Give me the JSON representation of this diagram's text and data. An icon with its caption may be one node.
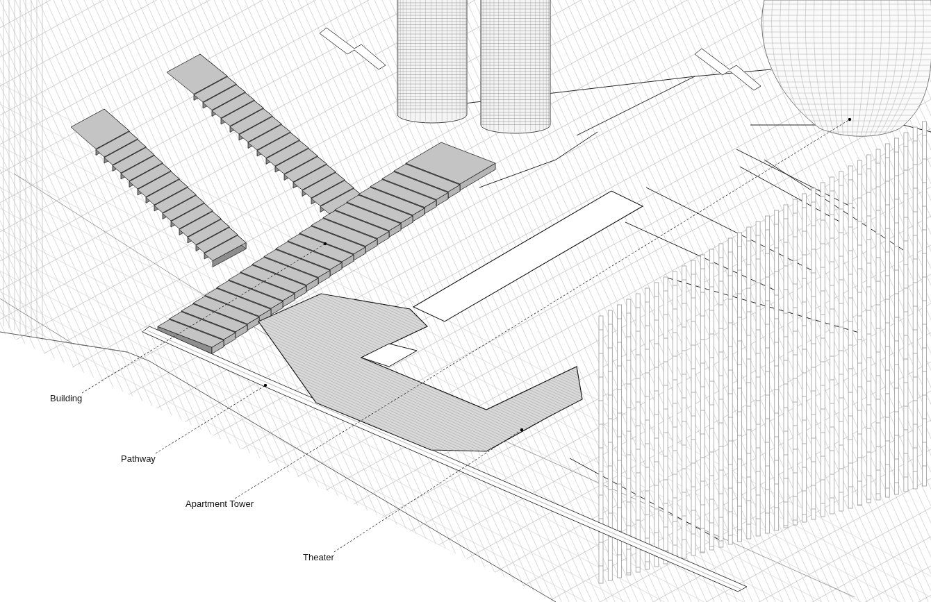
{
  "diagram": {
    "nodes": [
      {
        "text": [
          "Building"
        ]
      },
      {
        "text": [
          "Pathway"
        ]
      },
      {
        "text": [
          "Apartment Tower"
        ]
      },
      {
        "text": [
          "Theater"
        ]
      },
      {
        "text": [],
        "shape": "picture"
      },
      {
        "text": [],
        "shape": "picture"
      },
      {
        "text": [],
        "shape": "picture"
      },
      {
        "text": [],
        "shape": "picture"
      }
    ],
    "edges": [
      {
        "from": 0,
        "to": 4,
        "arrow": "other",
        "style": "dashed"
      },
      {
        "from": 1,
        "to": 5,
        "arrow": "other",
        "style": "dashed"
      },
      {
        "from": 2,
        "to": 6,
        "arrow": "other",
        "style": "dashed"
      },
      {
        "from": 3,
        "to": 7,
        "arrow": "other",
        "style": "dashed"
      }
    ]
  }
}
